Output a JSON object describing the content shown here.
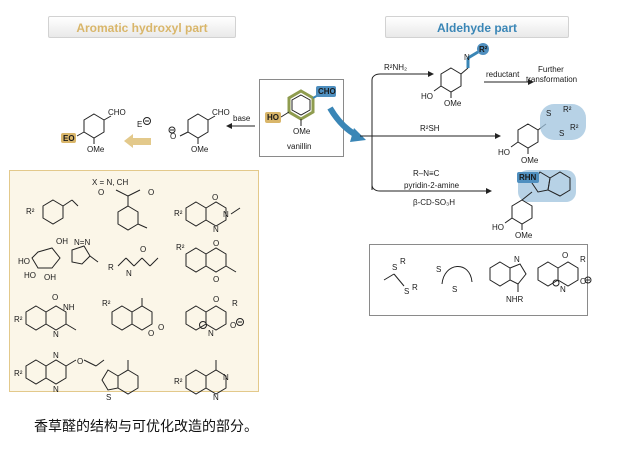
{
  "headers": {
    "left": "Aromatic hydroxyl part",
    "right": "Aldehyde part"
  },
  "vanillin": {
    "name": "vanillin",
    "oh": "HO",
    "ome": "OMe",
    "cho": "CHO"
  },
  "left_scheme": {
    "base": "base",
    "electrophile": "E",
    "phenoxide_cho": "CHO",
    "phenoxide_ome": "OMe",
    "product_eo": "EO",
    "product_cho": "CHO",
    "product_ome": "OMe"
  },
  "right_scheme": {
    "r1_reagent": "R²NH₂",
    "r1_reductant": "reductant",
    "r1_further": "Further\ntransformation",
    "r1_imine_r": "R²",
    "r1_ho": "HO",
    "r1_ome": "OMe",
    "r2_reagent": "R²SH",
    "r2_sr": "R²",
    "r2_ho": "HO",
    "r2_ome": "OMe",
    "r3_isocyanide": "R–N≡C",
    "r3_pyridine": "pyridin-2-amine",
    "r3_catalyst": "β-CD-SO₃H",
    "r3_rhn": "RHN",
    "r3_ho": "HO",
    "r3_ome": "OMe"
  },
  "left_panel": {
    "r2": "R²",
    "xn": "X = N, CH",
    "x": "X",
    "o": "O",
    "n": "N",
    "ho": "HO",
    "oh": "OH",
    "nh": "NH",
    "r": "R"
  },
  "right_panel": {
    "r": "R",
    "nhr": "NHR",
    "o": "O",
    "n": "N"
  },
  "caption": "香草醛的结构与可优化改造的部分。",
  "colors": {
    "gold": "#d9b66a",
    "blue": "#3a86b6",
    "green": "#8f9c4f",
    "highlight_blue": "#4f8fbf"
  }
}
